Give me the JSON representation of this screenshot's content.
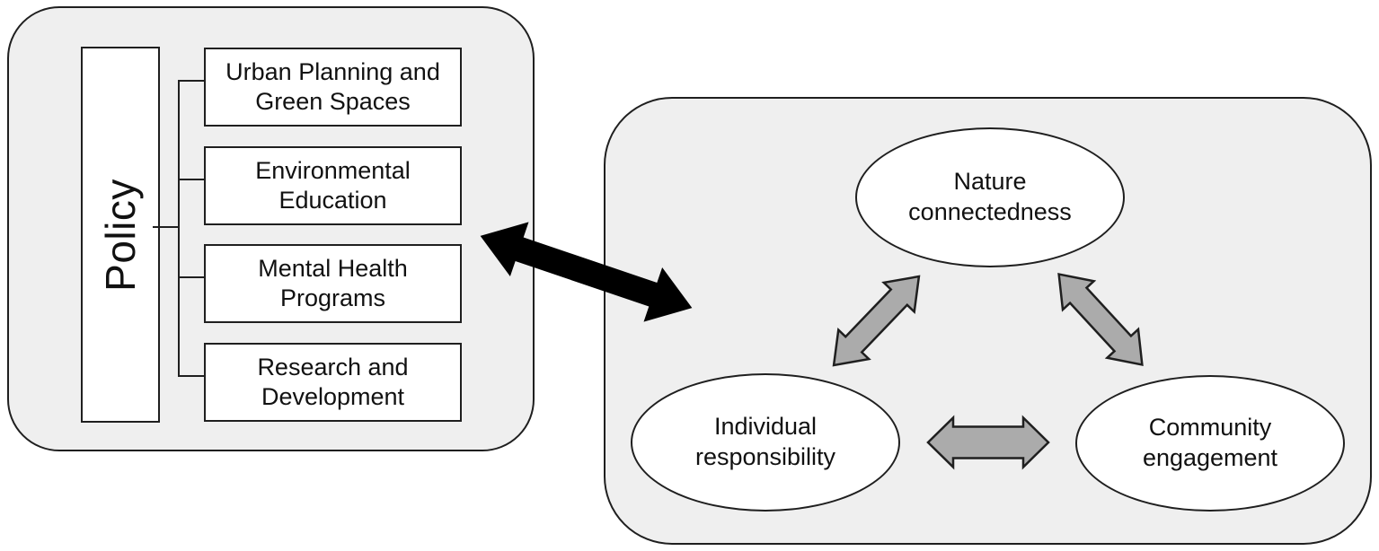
{
  "colors": {
    "background": "#ffffff",
    "panel_fill": "#efefef",
    "node_fill": "#ffffff",
    "border": "#1f1f1f",
    "gray_arrow_fill": "#ababab",
    "black_arrow_fill": "#000000"
  },
  "left_panel": {
    "label": "Policy",
    "items": [
      {
        "line1": "Urban Planning and",
        "line2": "Green Spaces"
      },
      {
        "line1": "Environmental",
        "line2": "Education"
      },
      {
        "line1": "Mental Health",
        "line2": "Programs"
      },
      {
        "line1": "Research and",
        "line2": "Development"
      }
    ]
  },
  "right_panel": {
    "nodes": [
      {
        "line1": "Nature",
        "line2": "connectedness"
      },
      {
        "line1": "Individual",
        "line2": "responsibility"
      },
      {
        "line1": "Community",
        "line2": "engagement"
      }
    ]
  }
}
